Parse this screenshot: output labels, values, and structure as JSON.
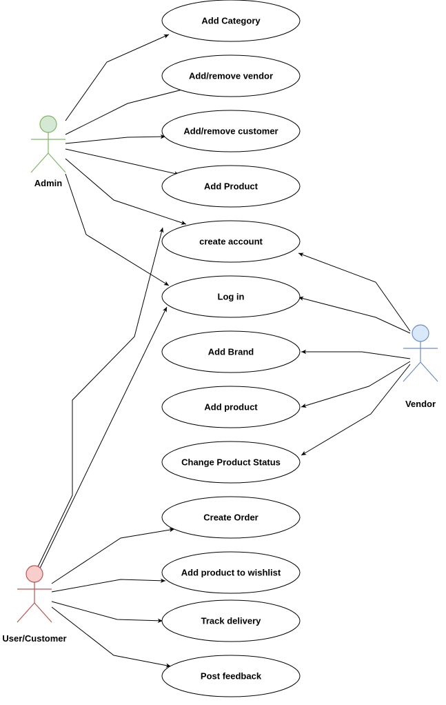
{
  "actors": [
    {
      "id": "admin",
      "label": "Admin",
      "fill": "#d5e8d4",
      "stroke": "#82b366"
    },
    {
      "id": "vendor",
      "label": "Vendor",
      "fill": "#dae8fc",
      "stroke": "#6c8ebf"
    },
    {
      "id": "customer",
      "label": "User/Customer",
      "fill": "#f8cecc",
      "stroke": "#b85450"
    }
  ],
  "use_cases": [
    {
      "id": "add-category",
      "label": "Add Category"
    },
    {
      "id": "add-remove-vendor",
      "label": "Add/remove vendor"
    },
    {
      "id": "add-remove-customer",
      "label": "Add/remove customer"
    },
    {
      "id": "add-product-admin",
      "label": "Add Product"
    },
    {
      "id": "create-account",
      "label": "create account"
    },
    {
      "id": "log-in",
      "label": "Log in"
    },
    {
      "id": "add-brand",
      "label": "Add Brand"
    },
    {
      "id": "add-product-vendor",
      "label": "Add product"
    },
    {
      "id": "change-product-status",
      "label": "Change Product Status"
    },
    {
      "id": "create-order",
      "label": "Create Order"
    },
    {
      "id": "add-to-wishlist",
      "label": "Add product to wishlist"
    },
    {
      "id": "track-delivery",
      "label": "Track delivery"
    },
    {
      "id": "post-feedback",
      "label": "Post feedback"
    }
  ],
  "associations": [
    {
      "from": "admin",
      "to": "add-category"
    },
    {
      "from": "admin",
      "to": "add-remove-vendor"
    },
    {
      "from": "admin",
      "to": "add-remove-customer"
    },
    {
      "from": "admin",
      "to": "add-product-admin"
    },
    {
      "from": "admin",
      "to": "create-account"
    },
    {
      "from": "admin",
      "to": "log-in"
    },
    {
      "from": "vendor",
      "to": "create-account"
    },
    {
      "from": "vendor",
      "to": "log-in"
    },
    {
      "from": "vendor",
      "to": "add-brand"
    },
    {
      "from": "vendor",
      "to": "add-product-vendor"
    },
    {
      "from": "vendor",
      "to": "change-product-status"
    },
    {
      "from": "customer",
      "to": "create-account"
    },
    {
      "from": "customer",
      "to": "log-in"
    },
    {
      "from": "customer",
      "to": "create-order"
    },
    {
      "from": "customer",
      "to": "add-to-wishlist"
    },
    {
      "from": "customer",
      "to": "track-delivery"
    },
    {
      "from": "customer",
      "to": "post-feedback"
    }
  ]
}
